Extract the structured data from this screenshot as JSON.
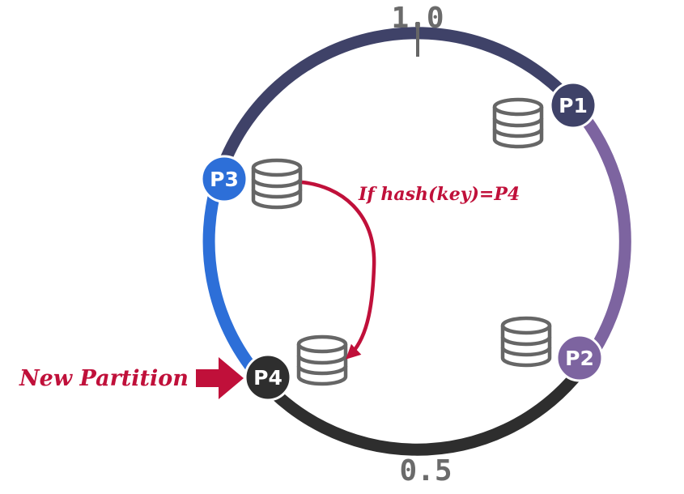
{
  "ring": {
    "top_label": "1.0",
    "bottom_label": "0.5",
    "arc_colors": {
      "p1_to_p2": "#7d64a0",
      "p2_to_p4": "#2e2e2e",
      "p4_to_p3": "#2d6fd8",
      "p3_to_p1": "#3f4268"
    }
  },
  "nodes": [
    {
      "id": "p1",
      "label": "P1",
      "color": "#3f4268"
    },
    {
      "id": "p2",
      "label": "P2",
      "color": "#7d64a0"
    },
    {
      "id": "p3",
      "label": "P3",
      "color": "#2d6fd8"
    },
    {
      "id": "p4",
      "label": "P4",
      "color": "#2e2e2e"
    }
  ],
  "annotation": {
    "move_label": "If hash(key)=P4",
    "new_partition_label": "New Partition",
    "accent_color": "#c0103a"
  }
}
